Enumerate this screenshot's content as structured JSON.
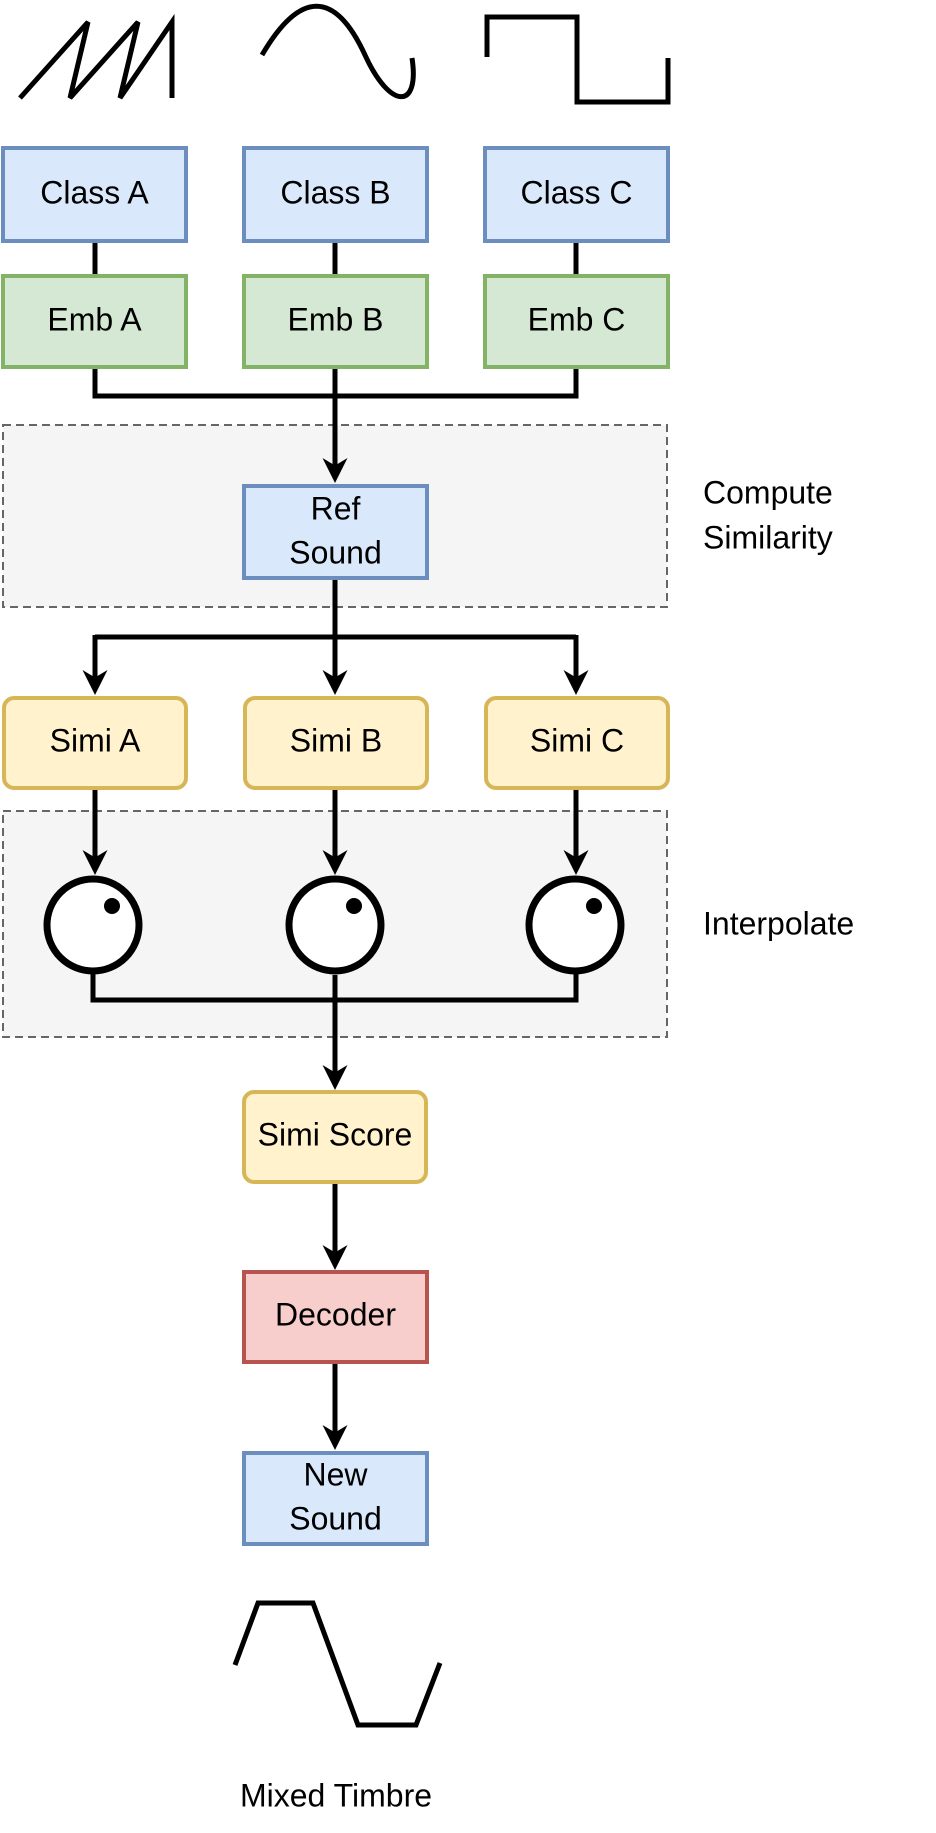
{
  "nodes": {
    "class_a": "Class A",
    "class_b": "Class B",
    "class_c": "Class C",
    "emb_a": "Emb A",
    "emb_b": "Emb B",
    "emb_c": "Emb C",
    "ref_sound_line1": "Ref",
    "ref_sound_line2": "Sound",
    "simi_a": "Simi A",
    "simi_b": "Simi B",
    "simi_c": "Simi C",
    "simi_score": "Simi Score",
    "decoder": "Decoder",
    "new_sound_line1": "New",
    "new_sound_line2": "Sound"
  },
  "groups": {
    "compute_similarity_line1": "Compute",
    "compute_similarity_line2": "Similarity",
    "interpolate": "Interpolate"
  },
  "output_caption": "Mixed Timbre",
  "icons": {
    "input_a": "sawtooth-wave-icon",
    "input_b": "sine-wave-icon",
    "input_c": "square-wave-icon",
    "knobs": "knob-icon",
    "output": "mixed-wave-icon"
  },
  "colors": {
    "blue_fill": "#dae8fc",
    "blue_stroke": "#6c8ebf",
    "green_fill": "#d5e8d4",
    "green_stroke": "#82b366",
    "yellow_fill": "#fff2cc",
    "yellow_stroke": "#d6b656",
    "red_fill": "#f8cecc",
    "red_stroke": "#b85450",
    "group_fill": "#f5f5f5",
    "group_stroke": "#666666"
  }
}
